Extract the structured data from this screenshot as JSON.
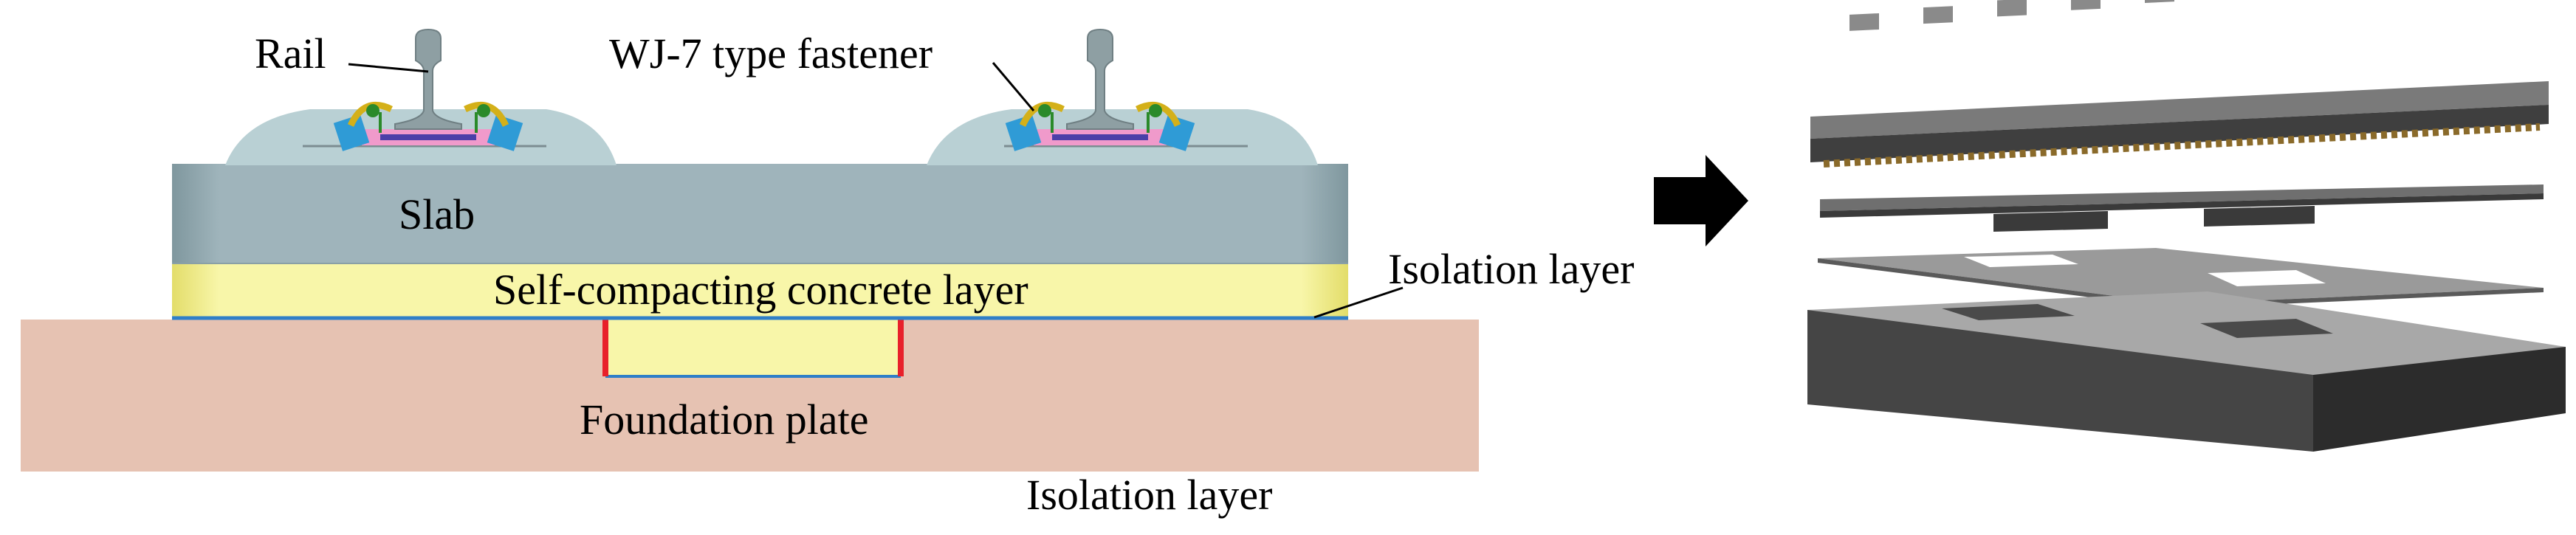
{
  "labels": {
    "rail": "Rail",
    "fastener": "WJ-7 type fastener",
    "slab": "Slab",
    "scc_layer": "Self-compacting concrete layer",
    "isolation_layer_right": "Isolation layer",
    "foundation_plate": "Foundation plate",
    "isolation_layer_bottom": "Isolation layer"
  },
  "colors": {
    "slab": "#9fb4bb",
    "slab_top": "#b9d0d4",
    "scc": "#f8f6a9",
    "foundation": "#e6c2b2",
    "isolation_line": "#2f7fc8",
    "isolation_wall": "#e8202a",
    "exploded_top": "#6f6f6f",
    "exploded_side": "#3d3d3d"
  },
  "icons": {
    "arrow": "right-arrow-icon"
  }
}
